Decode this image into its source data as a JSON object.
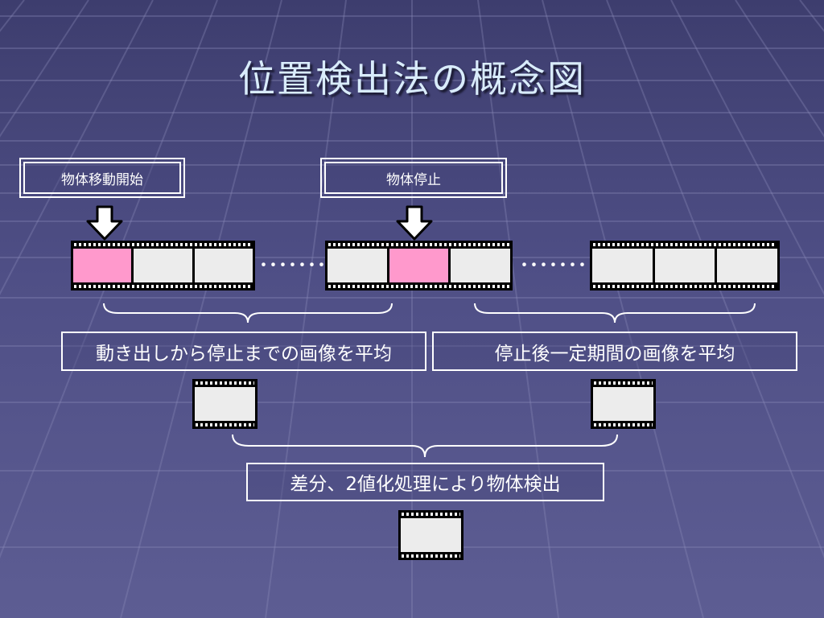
{
  "title": "位置検出法の概念図",
  "labels": {
    "start": "物体移動開始",
    "stop": "物体停止",
    "avg_moving": "動き出しから停止までの画像を平均",
    "avg_after": "停止後一定期間の画像を平均",
    "detect": "差分、2値化処理により物体検出"
  },
  "ellipsis": "･･･････",
  "colors": {
    "background": "#4b4b80",
    "title": "#d9ecfb",
    "highlight_frame": "#ff99cc",
    "frame": "#ececec",
    "film": "#000000"
  },
  "icons": [
    "down-arrow-icon",
    "film-strip-icon",
    "curly-brace-icon"
  ]
}
